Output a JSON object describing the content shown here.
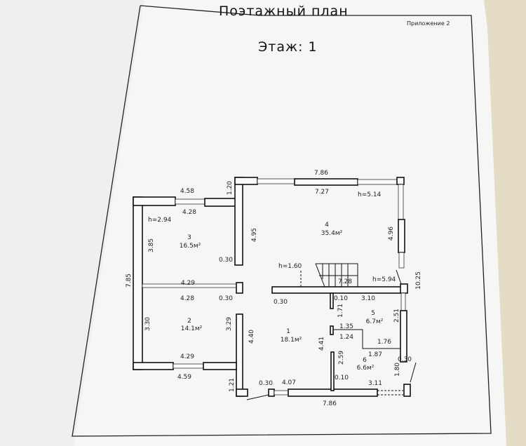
{
  "document": {
    "title": "Поэтажный план",
    "floor_label": "Этаж: 1",
    "appendix": "Приложение  2"
  },
  "plan": {
    "rooms": [
      {
        "number": "1",
        "area": "18.1м²"
      },
      {
        "number": "2",
        "area": "14.1м²"
      },
      {
        "number": "3",
        "area": "16.5м²"
      },
      {
        "number": "4",
        "area": "35.4м²"
      },
      {
        "number": "5",
        "area": "6.7м²"
      },
      {
        "number": "6",
        "area": "6.6м²"
      }
    ],
    "heights": [
      "h=2.94",
      "h=5.14",
      "h=1.60",
      "h=5.94"
    ],
    "dims": [
      "4.58",
      "4.28",
      "1.20",
      "3.85",
      "4.95",
      "0.30",
      "7.85",
      "4.29",
      "4.28",
      "0.30",
      "3.30",
      "3.29",
      "4.40",
      "4.29",
      "4.59",
      "1.21",
      "0.30",
      "4.07",
      "7.86",
      "3.11",
      "1.80",
      "0.30",
      "2.59",
      "0.10",
      "4.41",
      "1.87",
      "1.76",
      "1.35",
      "1.24",
      "2.51",
      "1.71",
      "0.10",
      "3.10",
      "0.30",
      "7.28",
      "10.25",
      "4.96",
      "7.27",
      "7.86"
    ]
  }
}
